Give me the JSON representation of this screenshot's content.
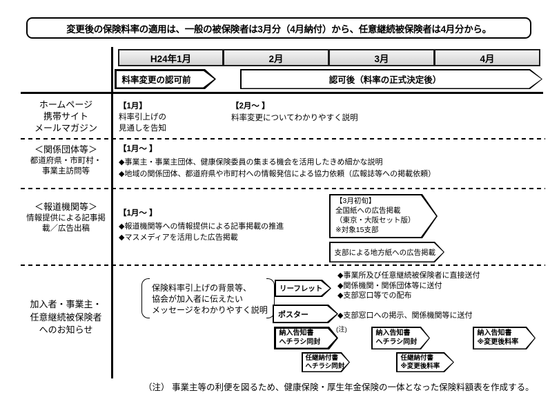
{
  "banner": "変更後の保険料率の適用は、一般の被保険者は3月分（4月納付）から、任意継続被保険者は4月分から。",
  "header": {
    "months": [
      "H24年1月",
      "2月",
      "3月",
      "4月"
    ],
    "pre_approval": "料率変更の認可前",
    "post_approval": "認可後（料率の正式決定後）"
  },
  "row1": {
    "label": [
      "ホームページ",
      "携帯サイト",
      "メールマガジン"
    ],
    "jan_title": "【1月】",
    "jan_lines": [
      "料率引上げの",
      "見通しを告知"
    ],
    "feb_title": "【2月～ 】",
    "feb_text": "料率変更についてわかりやすく説明"
  },
  "row2": {
    "label_title": "＜関係団体等＞",
    "label_lines": [
      "都道府県・市町村・",
      "事業主訪問等"
    ],
    "period": "【1月～ 】",
    "bullets": [
      "◆事業主・事業主団体、健康保険委員の集まる機会を活用したきめ細かな説明",
      "◆地域の関係団体、都道府県や市町村への情報発信による協力依頼（広報誌等への掲載依頼）"
    ]
  },
  "row3": {
    "label_title": "＜報道機関等＞",
    "label_lines": [
      "情報提供による記事掲",
      "載／広告出稿"
    ],
    "period": "【1月～ 】",
    "bullets": [
      "◆報道機関等への情報提供による記事掲載の推進",
      "◆マスメディアを活用した広告掲載"
    ],
    "national_ad": {
      "period": "【3月初旬】",
      "lines": [
        "全国紙への広告掲載",
        "（東京・大阪セット版）",
        "※対象15支部"
      ]
    },
    "local_ad": "支部による地方紙への広告掲載"
  },
  "row4": {
    "label": [
      "加入者・事業主・",
      "任意継続被保険者",
      "へのお知らせ"
    ],
    "message": [
      "保険料率引上げの背景等、",
      "協会が加入者に伝えたい",
      "メッセージをわかりやすく説明"
    ],
    "leaflet": {
      "label": "リーフレット",
      "bullets": [
        "◆事業所及び任意継続被保険者に直接送付",
        "◆関係機関・関係団体等に送付",
        "◆支部窓口等での配布"
      ]
    },
    "poster": {
      "label": "ポスター",
      "bullet": "◆支部窓口への掲示、関係機関等に送付"
    },
    "notice1": {
      "l1": "納入告知書",
      "l2": "へチラシ同封",
      "sup": "(注)"
    },
    "notice2": {
      "l1": "納入告知書",
      "l2": "へチラシ同封"
    },
    "notice3": {
      "l1": "納入告知書",
      "l2": "※変更後料率"
    },
    "nin1": {
      "l1": "任継納付書",
      "l2": "へチラシ同封"
    },
    "nin2": {
      "l1": "任継納付書",
      "l2": "※変更後料率"
    }
  },
  "footnote": "（注） 事業主等の利便を図るため、健康保険・厚生年金保険の一体となった保険料額表を作成する。",
  "colors": {
    "line": "#000000",
    "header_fill_top": "#f4f4f4",
    "header_fill_bottom": "#d3d3d3"
  }
}
